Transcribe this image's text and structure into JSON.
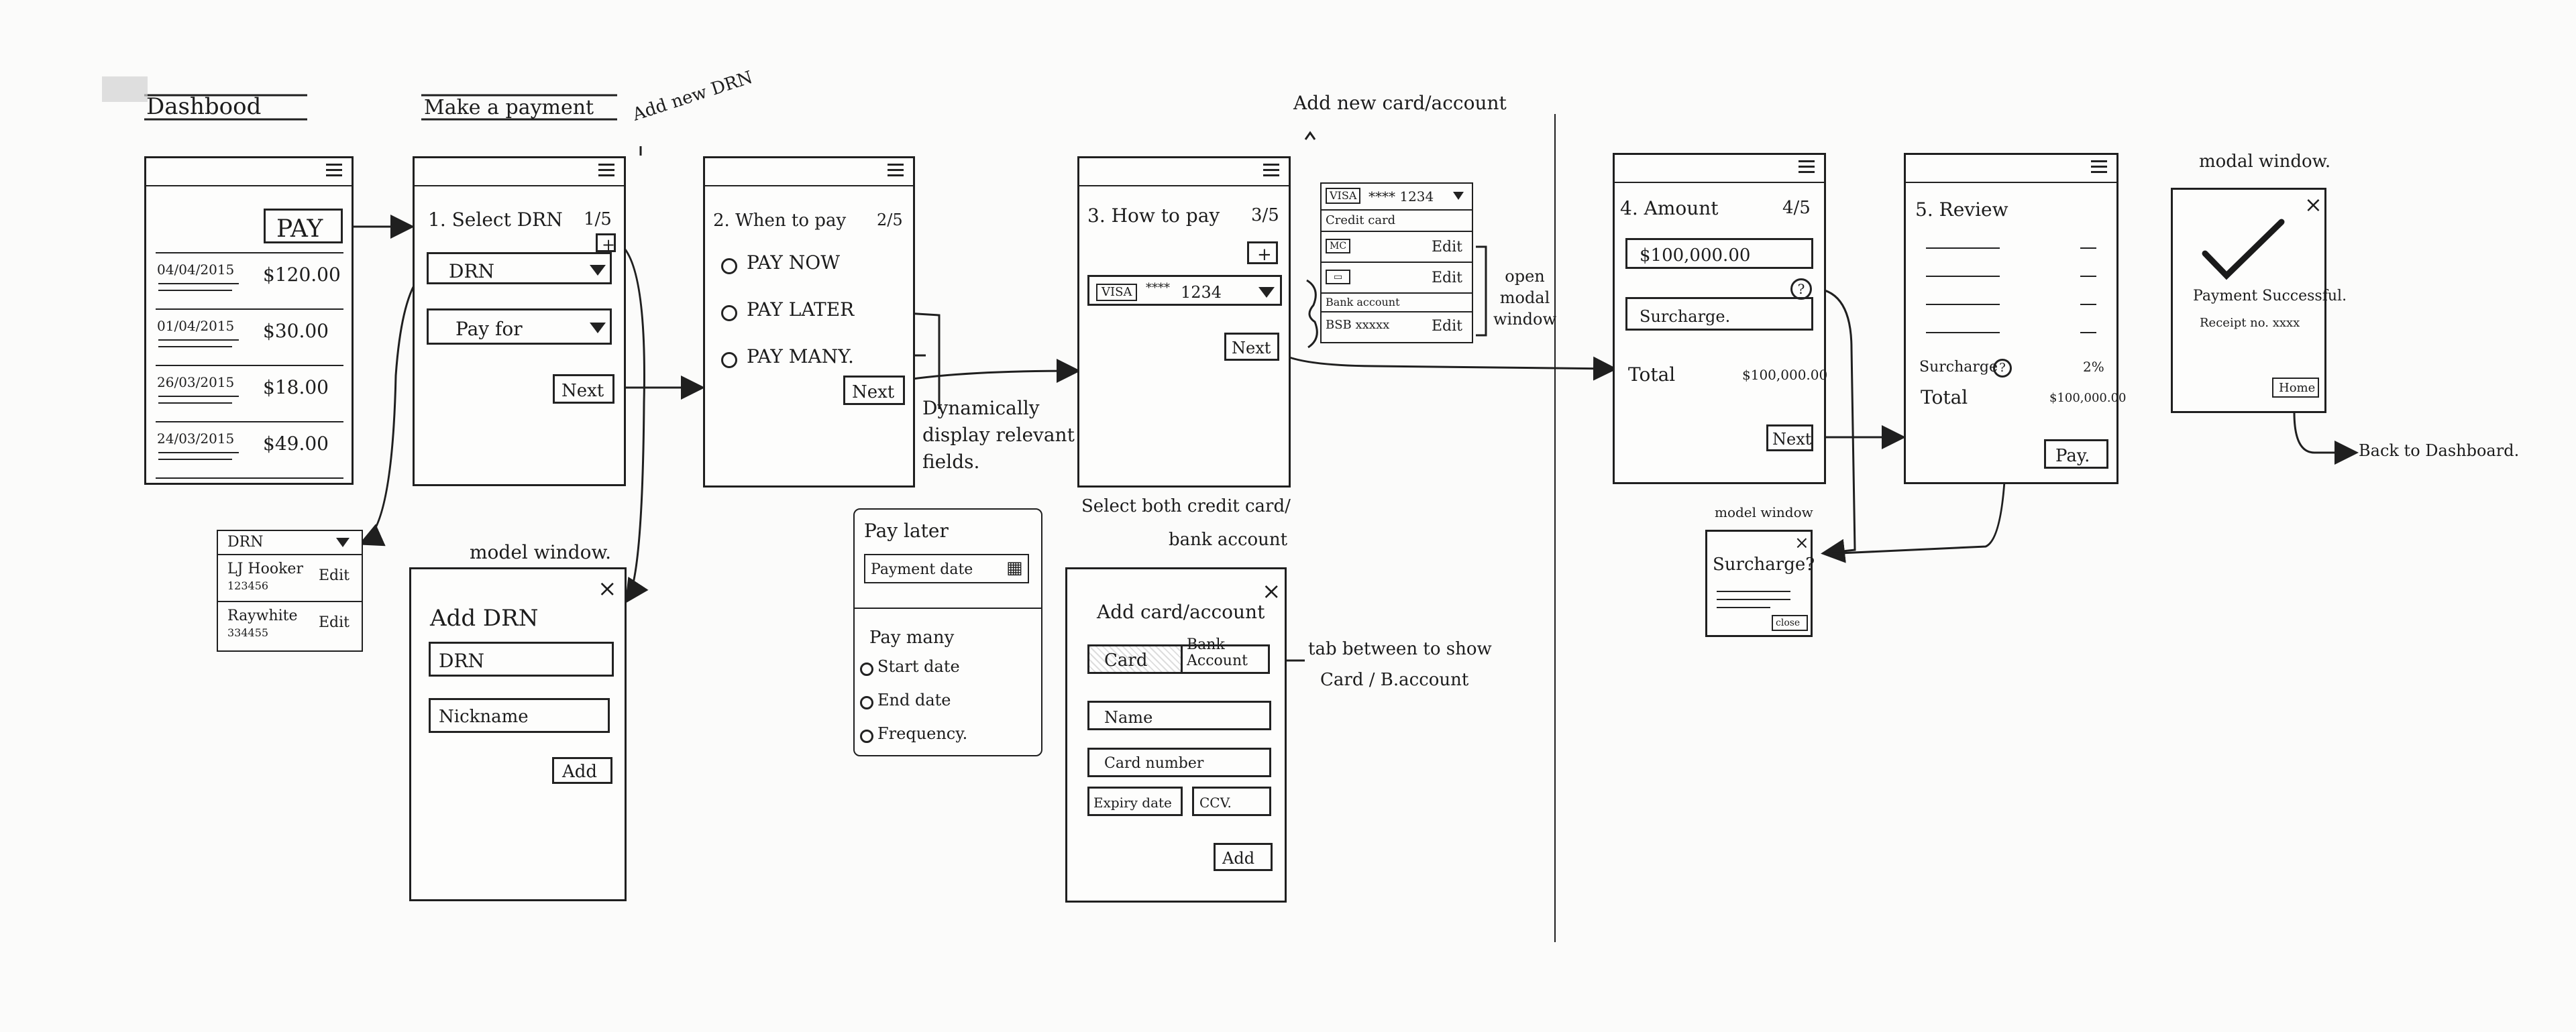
{
  "screens": {
    "dashboard": {
      "title": "Dashbood",
      "pay_button": "PAY",
      "rows": [
        {
          "date": "04/04/2015",
          "amount": "$120.00"
        },
        {
          "date": "01/04/2015",
          "amount": "$30.00"
        },
        {
          "date": "26/03/2015",
          "amount": "$18.00"
        },
        {
          "date": "24/03/2015",
          "amount": "$49.00"
        }
      ]
    },
    "payment": {
      "title": "Make a payment",
      "step_label": "1. Select DRN",
      "step_count": "1/5",
      "drn_select": "DRN",
      "pay_for_select": "Pay for",
      "next_button": "Next"
    },
    "drn_dropdown": {
      "header": "DRN",
      "items": [
        {
          "name": "LJ Hooker",
          "number": "123456",
          "action": "Edit"
        },
        {
          "name": "Raywhite",
          "number": "334455",
          "action": "Edit"
        }
      ]
    },
    "add_drn_modal": {
      "caption": "model window.",
      "title": "Add DRN",
      "field_drn": "DRN",
      "field_nickname": "Nickname",
      "add_button": "Add"
    },
    "when": {
      "step_label": "2. When to pay",
      "step_count": "2/5",
      "options": [
        "PAY NOW",
        "PAY LATER",
        "PAY MANY."
      ],
      "next_button": "Next"
    },
    "dynamic_panel": {
      "pay_later": "Pay later",
      "payment_date": "Payment date",
      "pay_many": "Pay many",
      "fields": [
        "Start date",
        "End date",
        "Frequency."
      ]
    },
    "how": {
      "step_label": "3. How to pay",
      "step_count": "3/5",
      "card_select": "1234",
      "visa": "VISA",
      "stars": "****",
      "next_button": "Next"
    },
    "card_list": {
      "rows": [
        {
          "badge": "VISA",
          "text": "**** 1234",
          "action": ""
        },
        {
          "badge": "",
          "text": "Credit card",
          "action": ""
        },
        {
          "badge": "MC",
          "text": "",
          "action": "Edit"
        },
        {
          "badge": "",
          "text": "",
          "action": "Edit"
        },
        {
          "badge": "",
          "text": "Bank account",
          "action": ""
        },
        {
          "badge": "",
          "text": "BSB xxxxx",
          "action": "Edit"
        }
      ]
    },
    "add_card_modal": {
      "title": "Add card/account",
      "tab_card": "Card",
      "tab_bank": "Bank Account",
      "field_name": "Name",
      "field_card_number": "Card number",
      "field_expiry": "Expiry date",
      "field_ccv": "CCV.",
      "add_button": "Add"
    },
    "amount": {
      "step_label": "4. Amount",
      "step_count": "4/5",
      "amount_value": "$100,000.00",
      "surcharge_label": "Surcharge.",
      "total_label": "Total",
      "total_value": "$100,000.00",
      "next_button": "Next"
    },
    "review": {
      "step_label": "5. Review",
      "surcharge_label": "Surcharge",
      "surcharge_value": "2%",
      "total_label": "Total",
      "total_value": "$100,000.00",
      "pay_button": "Pay."
    },
    "surcharge_modal": {
      "caption": "model window",
      "title": "Surcharge?",
      "close_button": "close"
    },
    "success_modal": {
      "caption": "modal window.",
      "message": "Payment Successful.",
      "receipt": "Receipt no. xxxx",
      "home_button": "Home"
    }
  },
  "annotations": {
    "add_new_drn": "Add new DRN",
    "add_new_card": "Add new card/account",
    "dynamic": [
      "Dynamically",
      "display relevant",
      "fields."
    ],
    "select_both": [
      "Select both credit card/",
      "bank account"
    ],
    "open_modal": [
      "open",
      "modal",
      "window"
    ],
    "tab_between": [
      "tab between to show",
      "Card / B.account"
    ],
    "back_to_dashboard": "Back to Dashboard."
  }
}
